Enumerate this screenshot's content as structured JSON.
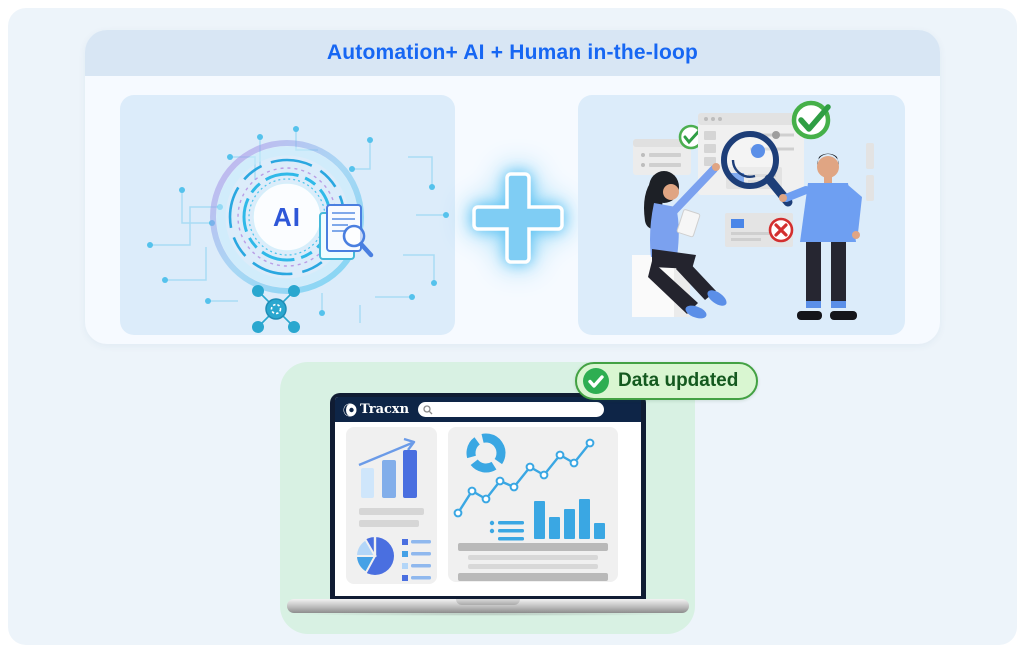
{
  "header": {
    "title": "Automation+ AI + Human in-the-loop"
  },
  "ai_panel": {
    "center_label": "AI",
    "icons": [
      "document-search-icon",
      "cloud-document-icon",
      "network-nodes-icon",
      "globe-gear-icon",
      "cloud-gears-icon",
      "database-icon",
      "circuit-traces"
    ]
  },
  "plus": {
    "symbol": "+"
  },
  "human_panel": {
    "icons": [
      "approved-card-check-icon",
      "browser-window",
      "magnifier-icon",
      "big-check-icon",
      "rejected-card-cross-icon",
      "reviewer-woman",
      "reviewer-man"
    ]
  },
  "result": {
    "badge": {
      "label": "Data updated",
      "icon": "check-icon"
    },
    "laptop": {
      "brand": "Tracxn",
      "search_value": "",
      "screen_widgets": [
        "growth-arrow-bar-chart",
        "pie-chart-with-legend",
        "donut-chart",
        "line-chart",
        "bar-chart",
        "text-placeholders"
      ]
    }
  },
  "colors": {
    "accent_blue": "#1767f3",
    "banner_bg": "#d8e6f4",
    "card_bg": "#f6faff",
    "panel_bg": "#dcecfa",
    "mint_green": "#d8f1e3",
    "badge_bg": "#d9f6d1",
    "badge_border": "#43a143",
    "badge_text": "#14591f",
    "check_green": "#2eae52",
    "navy": "#0e2547",
    "chart_blue": "#3aa7e3",
    "royal_blue": "#4a6fe0",
    "plus_blue": "#7fcdf4"
  }
}
